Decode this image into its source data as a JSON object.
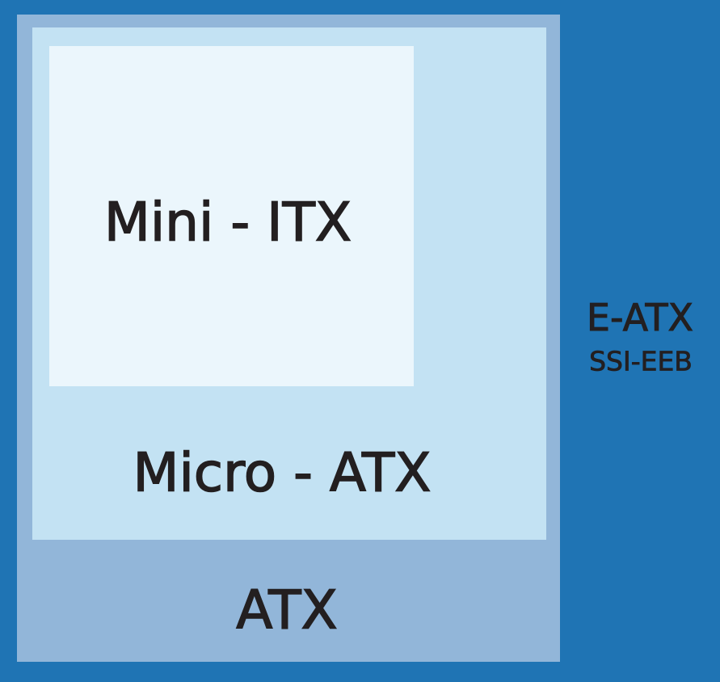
{
  "colors": {
    "e_atx_bg": "#1f74b4",
    "atx_bg": "#92b6d9",
    "micro_atx_bg": "#c3e2f3",
    "mini_itx_bg": "#ebf6fc",
    "text": "#231f20"
  },
  "labels": {
    "mini_itx": "Mini - ITX",
    "micro_atx": "Micro - ATX",
    "atx": "ATX",
    "e_atx": "E-ATX",
    "ssi_eeb": "SSI-EEB"
  }
}
